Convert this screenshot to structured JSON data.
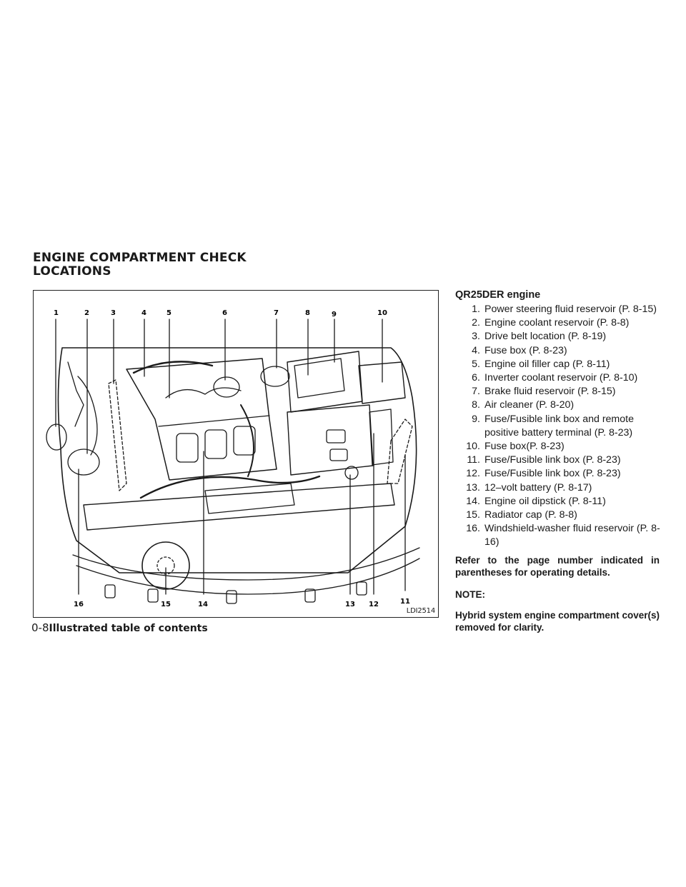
{
  "section_title": [
    "ENGINE COMPARTMENT CHECK",
    "LOCATIONS"
  ],
  "figure": {
    "code": "LDI2514",
    "callouts_top": [
      "1",
      "2",
      "3",
      "4",
      "5",
      "6",
      "7",
      "8",
      "9",
      "10"
    ],
    "callouts_bottom": [
      "16",
      "15",
      "14",
      "13",
      "12",
      "11"
    ]
  },
  "engine_title": "QR25DER engine",
  "items": [
    {
      "num": "1.",
      "text": "Power steering fluid reservoir (P. 8-15)"
    },
    {
      "num": "2.",
      "text": "Engine coolant reservoir (P. 8-8)"
    },
    {
      "num": "3.",
      "text": "Drive belt location (P. 8-19)"
    },
    {
      "num": "4.",
      "text": "Fuse box (P. 8-23)"
    },
    {
      "num": "5.",
      "text": "Engine oil filler cap (P. 8-11)"
    },
    {
      "num": "6.",
      "text": "Inverter coolant reservoir (P. 8-10)"
    },
    {
      "num": "7.",
      "text": "Brake fluid reservoir (P. 8-15)"
    },
    {
      "num": "8.",
      "text": "Air cleaner (P. 8-20)"
    },
    {
      "num": "9.",
      "text": "Fuse/Fusible link box and remote positive battery terminal (P. 8-23)"
    },
    {
      "num": "10.",
      "text": "Fuse box(P. 8-23)"
    },
    {
      "num": "11.",
      "text": "Fuse/Fusible link box (P. 8-23)"
    },
    {
      "num": "12.",
      "text": "Fuse/Fusible link box (P. 8-23)"
    },
    {
      "num": "13.",
      "text": "12–volt battery (P. 8-17)"
    },
    {
      "num": "14.",
      "text": "Engine oil dipstick (P. 8-11)"
    },
    {
      "num": "15.",
      "text": "Radiator cap (P. 8-8)"
    },
    {
      "num": "16.",
      "text": "Windshield-washer fluid reservoir (P. 8-16)"
    }
  ],
  "refer_note": "Refer to the page number indicated in parentheses for operating details.",
  "note_label": "NOTE:",
  "note_text": "Hybrid system engine compartment cover(s) removed for clarity.",
  "footer": {
    "page": "0-8",
    "title": "Illustrated table of contents"
  }
}
